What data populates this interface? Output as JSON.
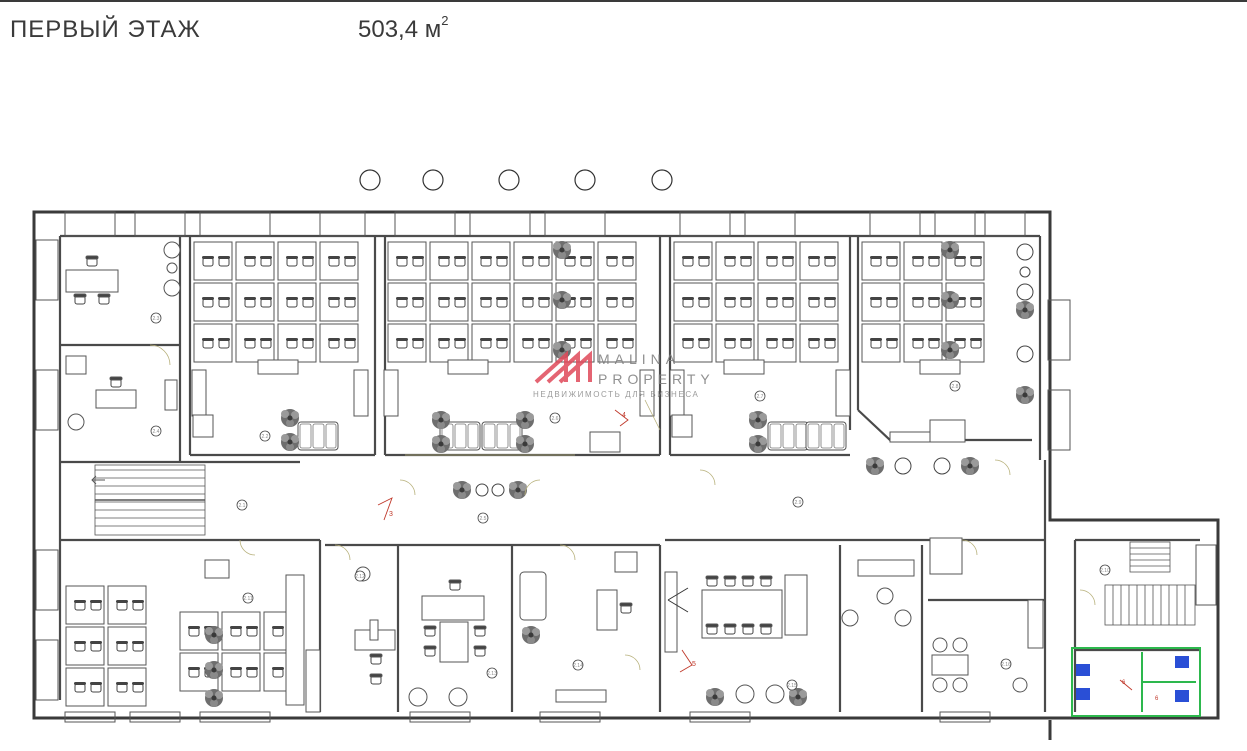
{
  "header": {
    "floor_title": "ПЕРВЫЙ ЭТАЖ",
    "area_value": "503,4 м",
    "area_unit_sup": "2"
  },
  "plan": {
    "room_numbers": [
      "3",
      "4",
      "5",
      "6",
      "6"
    ],
    "room_codes": [
      "2.1",
      "2.2",
      "2.3",
      "2.4",
      "2.5",
      "2.6",
      "2.7",
      "2.8",
      "2.9",
      "2.10",
      "2.11",
      "2.12",
      "2.13",
      "2.14",
      "2.15",
      "2.16",
      "2.17",
      "2.18",
      "2.19",
      "2.20"
    ],
    "accent_colors": {
      "wall": "#3a3a3a",
      "furniture": "#5a5a5a",
      "plant": "#6a6a6a",
      "door_arc": "#b7b07a",
      "wc_highlight": "#2db84d",
      "wc_fixture": "#2a4fd6",
      "number_marker": "#c0392b"
    }
  },
  "watermark": {
    "brand": "MALINA",
    "brand2": "PROPERTY",
    "tagline": "НЕДВИЖИМОСТЬ ДЛЯ БИЗНЕСА",
    "logo_color": "#e04a5a"
  }
}
